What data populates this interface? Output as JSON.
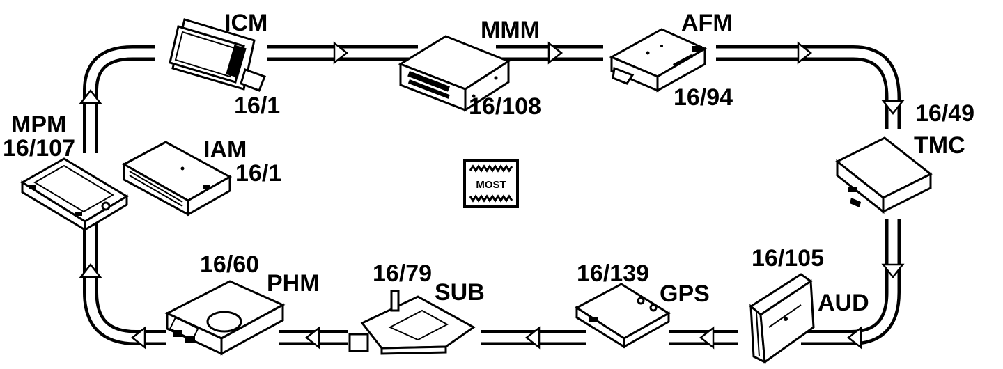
{
  "modules": {
    "icm": {
      "name": "ICM",
      "code": "16/1"
    },
    "mmm": {
      "name": "MMM",
      "code": "16/108"
    },
    "afm": {
      "name": "AFM",
      "code": "16/94"
    },
    "tmc": {
      "name": "TMC",
      "code": "16/49"
    },
    "mpm": {
      "name": "MPM",
      "code": "16/107"
    },
    "iam": {
      "name": "IAM",
      "code": "16/1"
    },
    "phm": {
      "name": "PHM",
      "code": "16/60"
    },
    "sub": {
      "name": "SUB",
      "code": "16/79"
    },
    "gps": {
      "name": "GPS",
      "code": "16/139"
    },
    "aud": {
      "name": "AUD",
      "code": "16/105"
    }
  },
  "bus_symbol": {
    "label": "MOST",
    "icon": "most-bus-icon"
  }
}
